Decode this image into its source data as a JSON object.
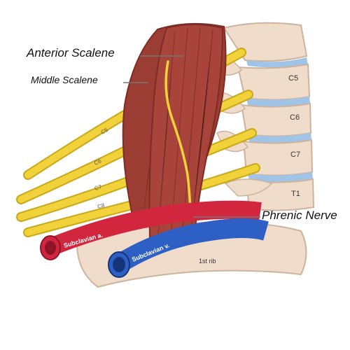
{
  "callouts": {
    "anterior_scalene": "Anterior Scalene",
    "middle_scalene": "Middle Scalene",
    "phrenic_nerve": "Phrenic Nerve"
  },
  "vertebra_labels": [
    "C5",
    "C6",
    "C7",
    "T1"
  ],
  "root_labels": [
    "C5",
    "C6",
    "C7",
    "C8"
  ],
  "vessels": {
    "artery": "Subclavian a.",
    "vein": "Subclavian v."
  },
  "rib_label": "1st rib",
  "colors": {
    "muscle": "#a9443a",
    "muscle_dark": "#7d2c25",
    "nerve": "#f2d23a",
    "nerve_dark": "#c9a818",
    "artery": "#d2263e",
    "vein": "#2e5fc4",
    "bone": "#f0dccb",
    "bone_dark": "#cdb39c",
    "disc": "#9fc4e8",
    "leader": "#777777"
  }
}
